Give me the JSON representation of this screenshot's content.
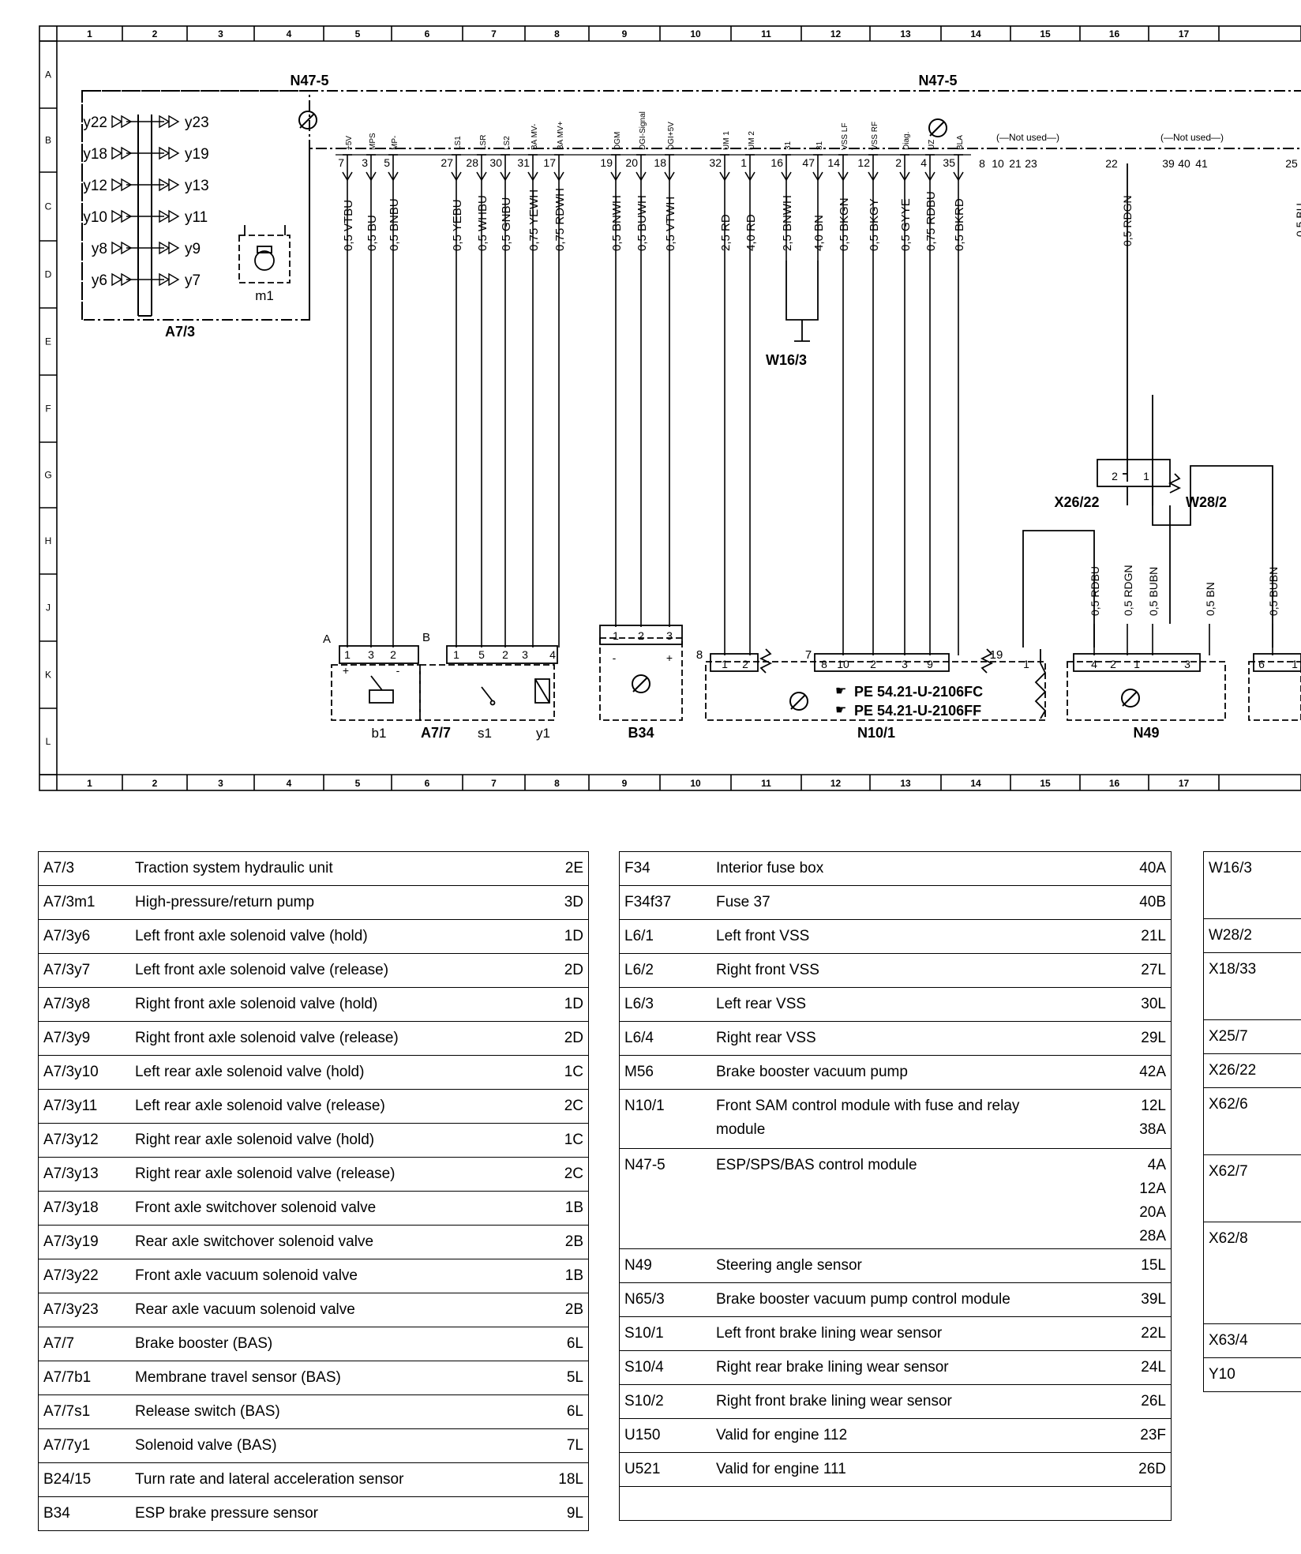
{
  "columns": [
    "1",
    "2",
    "3",
    "4",
    "5",
    "6",
    "7",
    "8",
    "9",
    "10",
    "11",
    "12",
    "13",
    "14",
    "15",
    "16",
    "17"
  ],
  "rows": [
    "A",
    "B",
    "C",
    "D",
    "E",
    "F",
    "G",
    "H",
    "J",
    "K",
    "L"
  ],
  "components": {
    "n47_left": "N47-5",
    "n47_right": "N47-5",
    "a7_3": "A7/3",
    "m1": "m1",
    "a7_7": "A7/7",
    "b1": "b1",
    "s1": "s1",
    "y1": "y1",
    "b34": "B34",
    "n10_1": "N10/1",
    "n49": "N49",
    "w16_3": "W16/3",
    "x26_22": "X26/22",
    "w28_2": "W28/2",
    "conn_a": "A",
    "conn_b": "B",
    "ref1": "PE 54.21-U-2106FC",
    "ref2": "PE 54.21-U-2106FF"
  },
  "valves": [
    {
      "left": "y22",
      "right": "y23"
    },
    {
      "left": "y18",
      "right": "y19"
    },
    {
      "left": "y12",
      "right": "y13"
    },
    {
      "left": "y10",
      "right": "y11"
    },
    {
      "left": "y8",
      "right": "y9"
    },
    {
      "left": "y6",
      "right": "y7"
    }
  ],
  "not_used": [
    "(—Not used—)",
    "(—Not used—)"
  ],
  "wires": [
    {
      "pin": "7",
      "signal": "+5V",
      "label": "0,5 VTBU"
    },
    {
      "pin": "3",
      "signal": "MPS",
      "label": "0,5 BU"
    },
    {
      "pin": "5",
      "signal": "MP-",
      "label": "0,5 BNBU"
    },
    {
      "pin": "27",
      "signal": "LS1",
      "label": "0,5 YEBU"
    },
    {
      "pin": "28",
      "signal": "LSR",
      "label": "0,5 WHBU"
    },
    {
      "pin": "30",
      "signal": "LS2",
      "label": "0,5 GNBU"
    },
    {
      "pin": "31",
      "signal": "BA MV-",
      "label": "0,75 YEWH"
    },
    {
      "pin": "17",
      "signal": "BA MV+",
      "label": "0,75 RDWH"
    },
    {
      "pin": "19",
      "signal": "DGM",
      "label": "0,5 BNWH"
    },
    {
      "pin": "20",
      "signal": "DGI-Signal",
      "label": "0,5 BUWH"
    },
    {
      "pin": "18",
      "signal": "DGI+5V",
      "label": "0,5 VTWH"
    },
    {
      "pin": "32",
      "signal": "UM 1",
      "label": "2,5 RD"
    },
    {
      "pin": "1",
      "signal": "UM 2",
      "label": "4,0 RD"
    },
    {
      "pin": "16",
      "signal": "31",
      "label": "2,5 BNWH"
    },
    {
      "pin": "47",
      "signal": "31",
      "label": "4,0 BN"
    },
    {
      "pin": "14",
      "signal": "VSS LF",
      "label": "0,5 BKGN"
    },
    {
      "pin": "12",
      "signal": "VSS RF",
      "label": "0,5 BKGY"
    },
    {
      "pin": "2",
      "signal": "Diag.",
      "label": "0,5 GYYE"
    },
    {
      "pin": "4",
      "signal": "UZ",
      "label": "0,75 RDBU"
    },
    {
      "pin": "35",
      "signal": "BLA",
      "label": "0,5 BKRD"
    }
  ],
  "extra_pins": {
    "not_used_a": [
      "8",
      "10",
      "21",
      "23"
    ],
    "p22": "22",
    "not_used_b": [
      "39",
      "40",
      "41"
    ],
    "p25": "25"
  },
  "lower_wires": [
    "0,5 RDBU",
    "0,5 RDGN",
    "0,5 BUBN",
    "0,5 BN",
    "0,5 BUBN"
  ],
  "vertical_labels": {
    "rdgn_top": "0,5 RDGN",
    "clip_right": "0,5 BU"
  },
  "pins": {
    "b1": [
      "1",
      "3",
      "2"
    ],
    "s1": [
      "1",
      "5",
      "2",
      "3"
    ],
    "y1": [
      "4"
    ],
    "b34": [
      "1",
      "2",
      "3"
    ],
    "n10a": [
      "1",
      "2"
    ],
    "n10b": [
      "8",
      "10",
      "2",
      "3",
      "9"
    ],
    "n49": [
      "4",
      "2",
      "1",
      "3"
    ],
    "x26_22": [
      "2",
      "1"
    ],
    "right_comp": [
      "6",
      "1"
    ],
    "num8": "8",
    "num7": "7",
    "num19": "19",
    "num1": "1"
  },
  "symbols": {
    "plus": "+",
    "minus": "-",
    "plus2": "+",
    "minus2": "-"
  },
  "legend": {
    "table1": [
      {
        "code": "A7/3",
        "desc": "Traction system hydraulic unit",
        "grid": "2E"
      },
      {
        "code": "A7/3m1",
        "desc": "High-pressure/return pump",
        "grid": "3D"
      },
      {
        "code": "A7/3y6",
        "desc": "Left front axle solenoid valve (hold)",
        "grid": "1D"
      },
      {
        "code": "A7/3y7",
        "desc": "Left front axle solenoid valve (release)",
        "grid": "2D"
      },
      {
        "code": "A7/3y8",
        "desc": "Right front axle solenoid valve (hold)",
        "grid": "1D"
      },
      {
        "code": "A7/3y9",
        "desc": "Right front axle solenoid valve (release)",
        "grid": "2D"
      },
      {
        "code": "A7/3y10",
        "desc": "Left rear axle solenoid valve (hold)",
        "grid": "1C"
      },
      {
        "code": "A7/3y11",
        "desc": "Left rear axle solenoid valve (release)",
        "grid": "2C"
      },
      {
        "code": "A7/3y12",
        "desc": "Right rear axle solenoid valve (hold)",
        "grid": "1C"
      },
      {
        "code": "A7/3y13",
        "desc": "Right rear axle solenoid valve (release)",
        "grid": "2C"
      },
      {
        "code": "A7/3y18",
        "desc": "Front axle switchover solenoid valve",
        "grid": "1B"
      },
      {
        "code": "A7/3y19",
        "desc": "Rear axle switchover solenoid valve",
        "grid": "2B"
      },
      {
        "code": "A7/3y22",
        "desc": "Front axle vacuum solenoid valve",
        "grid": "1B"
      },
      {
        "code": "A7/3y23",
        "desc": "Rear axle vacuum solenoid valve",
        "grid": "2B"
      },
      {
        "code": "A7/7",
        "desc": "Brake booster (BAS)",
        "grid": "6L"
      },
      {
        "code": "A7/7b1",
        "desc": "Membrane travel sensor (BAS)",
        "grid": "5L"
      },
      {
        "code": "A7/7s1",
        "desc": "Release switch (BAS)",
        "grid": "6L"
      },
      {
        "code": "A7/7y1",
        "desc": "Solenoid valve (BAS)",
        "grid": "7L"
      },
      {
        "code": "B24/15",
        "desc": "Turn rate and lateral acceleration sensor",
        "grid": "18L"
      },
      {
        "code": "B34",
        "desc": "ESP brake pressure sensor",
        "grid": "9L"
      }
    ],
    "table2": [
      {
        "code": "F34",
        "desc": "Interior fuse box",
        "grid": "40A"
      },
      {
        "code": "F34f37",
        "desc": "Fuse 37",
        "grid": "40B"
      },
      {
        "code": "L6/1",
        "desc": "Left front VSS",
        "grid": "21L"
      },
      {
        "code": "L6/2",
        "desc": "Right front VSS",
        "grid": "27L"
      },
      {
        "code": "L6/3",
        "desc": "Left rear VSS",
        "grid": "30L"
      },
      {
        "code": "L6/4",
        "desc": "Right rear VSS",
        "grid": "29L"
      },
      {
        "code": "M56",
        "desc": "Brake booster vacuum pump",
        "grid": "42A"
      },
      {
        "code": "N10/1",
        "desc": "Front SAM control module with fuse and relay",
        "desc2": "module",
        "grid": "12L",
        "grid2": "38A"
      },
      {
        "code": "N47-5",
        "desc": "ESP/SPS/BAS control module",
        "grid": "4A",
        "grid2": "12A",
        "grid3": "20A",
        "grid4": "28A"
      },
      {
        "code": "N49",
        "desc": "Steering angle sensor",
        "grid": "15L"
      },
      {
        "code": "N65/3",
        "desc": "Brake booster vacuum pump control module",
        "grid": "39L"
      },
      {
        "code": "S10/1",
        "desc": "Left front brake lining wear sensor",
        "grid": "22L"
      },
      {
        "code": "S10/4",
        "desc": "Right rear brake lining wear sensor",
        "grid": "24L"
      },
      {
        "code": "S10/2",
        "desc": "Right front brake lining wear sensor",
        "grid": "26L"
      },
      {
        "code": "U150",
        "desc": "Valid for engine 112",
        "grid": "23F"
      },
      {
        "code": "U521",
        "desc": "Valid for engine 111",
        "grid": "26D"
      }
    ],
    "table3": [
      "W16/3",
      "W28/2",
      "X18/33",
      "X25/7",
      "X26/22",
      "X62/6",
      "X62/7",
      "X62/8",
      "X63/4",
      "Y10"
    ]
  }
}
